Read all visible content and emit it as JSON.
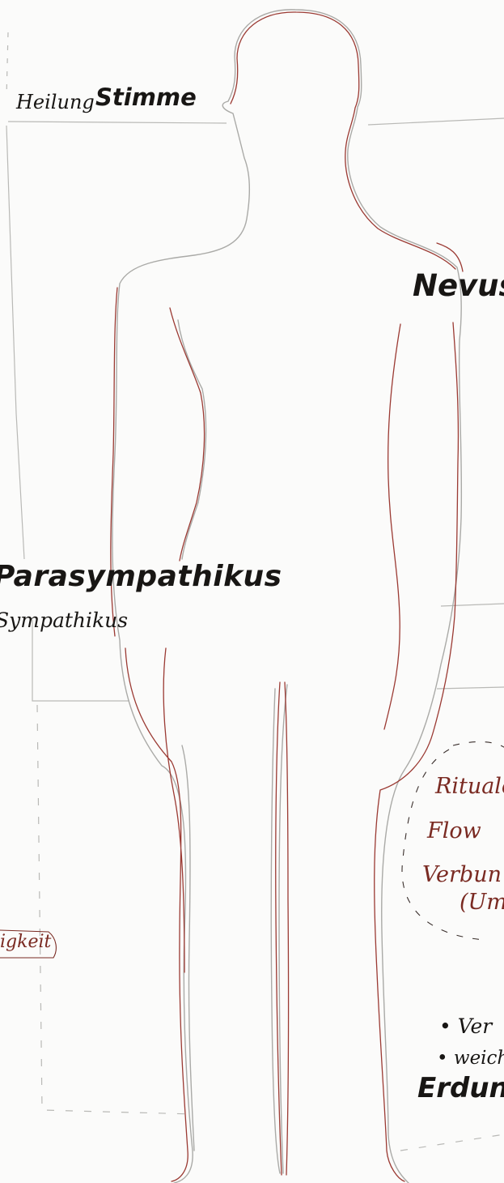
{
  "labels": {
    "heilung": "Heilung",
    "stimme": "Stimme",
    "nervus": "Nevus",
    "parasympathikus": "Parasympathikus",
    "sympathikus": "Sympathikus",
    "rituale": "Rituale",
    "flow": "Flow",
    "verbun": "Verbun",
    "um": "(Um",
    "fragment_keit": "igkeit",
    "ver": "• Ver",
    "weich": "• weich",
    "erdung": "Erdung"
  },
  "colors": {
    "paper": "#fbfbfa",
    "pencil": "#b9b9b6",
    "outline_red": "#9b3a33",
    "ink_dark": "#181614",
    "ink_red": "#7a2a22"
  }
}
